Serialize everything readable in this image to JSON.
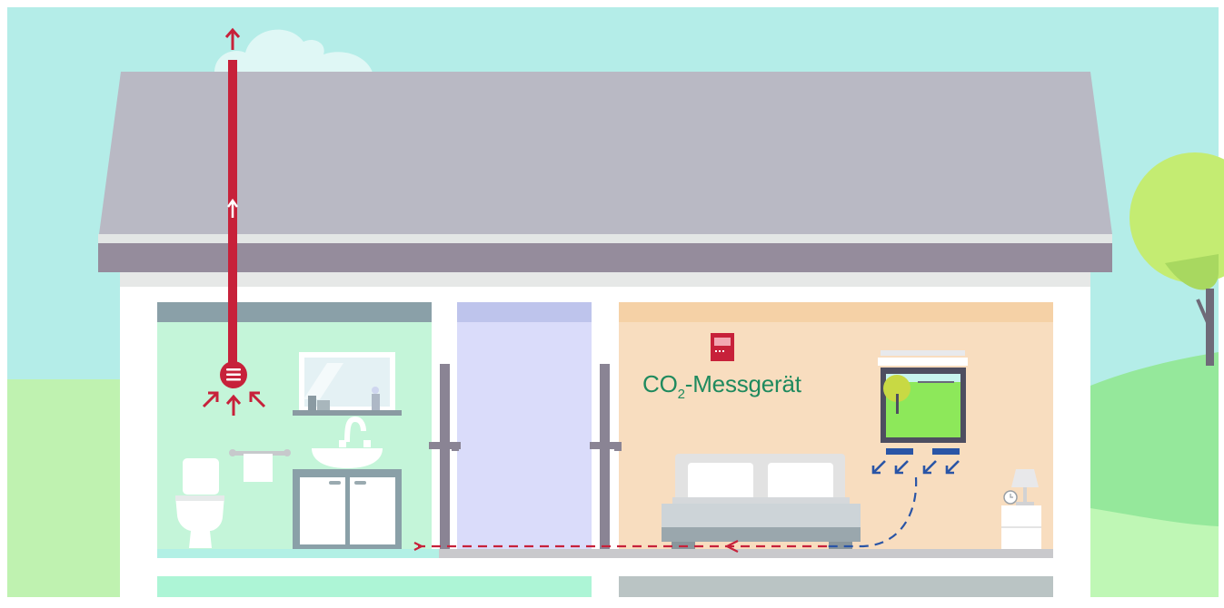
{
  "diagram": {
    "device_label": {
      "prefix": "CO",
      "subscript": "2",
      "suffix": "-Messgerät"
    },
    "colors": {
      "sky": "#b4ede8",
      "roof": "#b9b9c4",
      "roof_edge": "#958c9c",
      "bathroom": "#c4f5d9",
      "hallway": "#dadcfa",
      "bedroom": "#f8ddbf",
      "exhaust_duct": "#c7213a",
      "supply_air": "#2a55a6",
      "grass": "#bff2b0",
      "tree": "#c8ef78"
    }
  }
}
